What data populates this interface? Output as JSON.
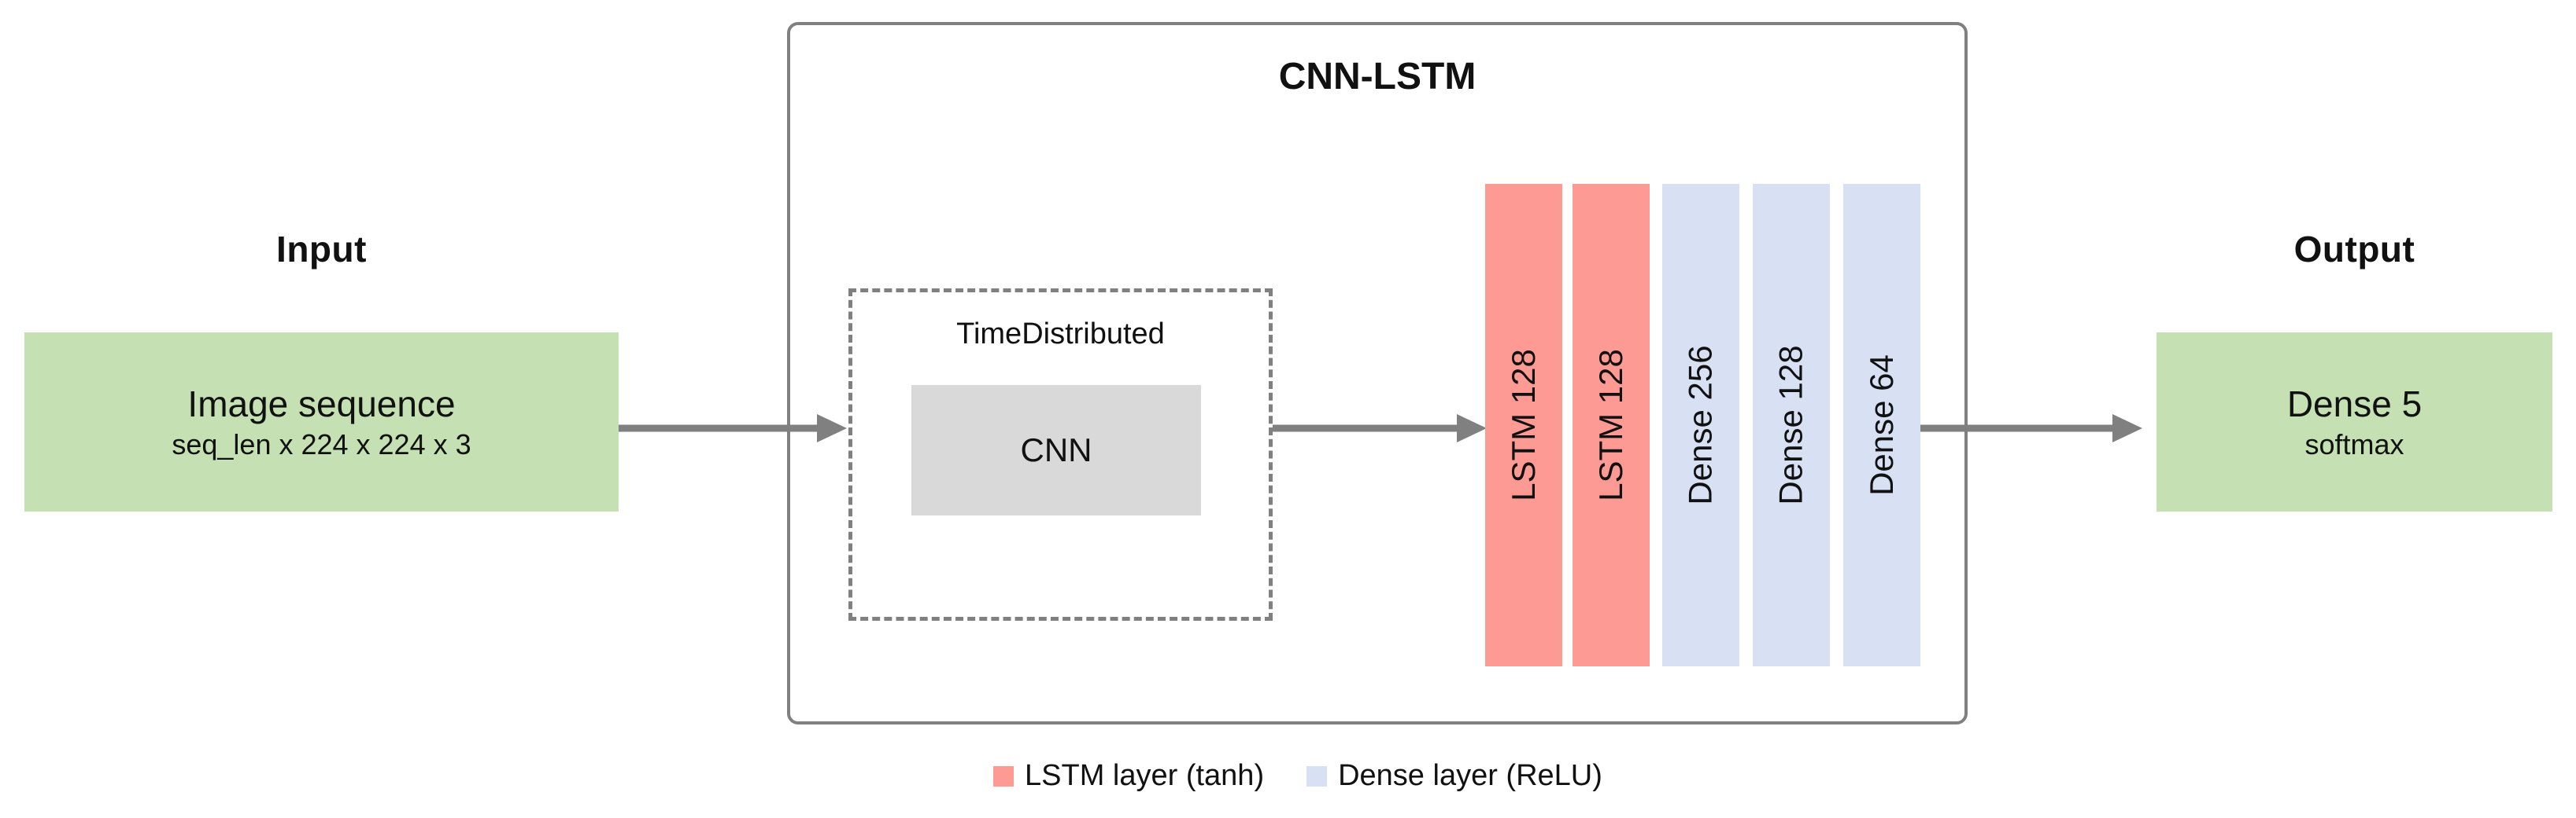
{
  "figure": {
    "title": "CNN-LSTM",
    "background": "#ffffff"
  },
  "colors": {
    "input_output_box": "#c5e1b4",
    "lstm_bar": "#fd9a93",
    "dense_bar": "#d8e0f3",
    "cnn_box": "#d9d9d9",
    "outline": "#808080",
    "arrow": "#808080",
    "text": "#111111"
  },
  "input": {
    "caption": "Input",
    "line1": "Image sequence",
    "line2": "seq_len x 224 x 224 x 3"
  },
  "output": {
    "caption": "Output",
    "line1": "Dense 5",
    "line2": "softmax"
  },
  "time_distributed": {
    "label": "TimeDistributed",
    "inner_label": "CNN"
  },
  "layers": [
    {
      "label": "LSTM 128",
      "type": "lstm",
      "color": "#fd9a93"
    },
    {
      "label": "LSTM 128",
      "type": "lstm",
      "color": "#fd9a93"
    },
    {
      "label": "Dense 256",
      "type": "dense",
      "color": "#d8e0f3"
    },
    {
      "label": "Dense 128",
      "type": "dense",
      "color": "#d8e0f3"
    },
    {
      "label": "Dense 64",
      "type": "dense",
      "color": "#d8e0f3"
    }
  ],
  "legend": [
    {
      "label": "LSTM layer (tanh)",
      "color": "#fd9a93"
    },
    {
      "label": "Dense layer (ReLU)",
      "color": "#d8e0f3"
    }
  ],
  "arrows": [
    {
      "name": "input-to-model"
    },
    {
      "name": "cnn-to-lstm"
    },
    {
      "name": "model-to-output"
    }
  ]
}
